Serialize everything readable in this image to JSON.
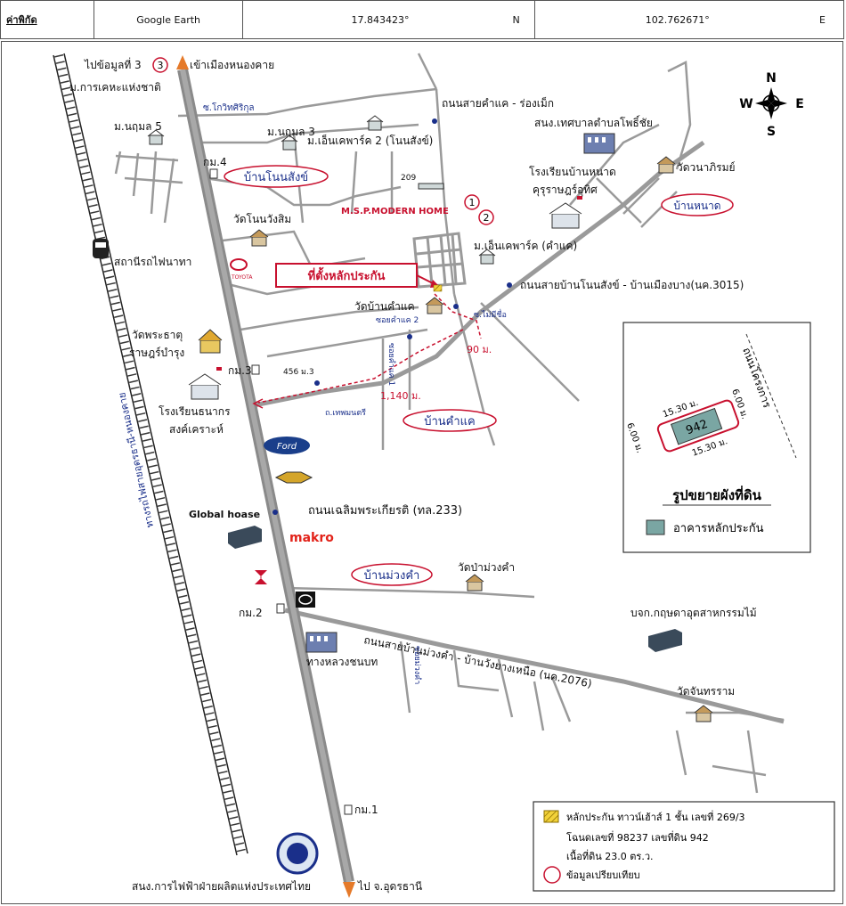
{
  "header": {
    "coord_label": "ค่าพิกัด",
    "source": "Google Earth",
    "lat": "17.843423°",
    "lat_dir": "N",
    "lon": "102.762671°",
    "lon_dir": "E"
  },
  "compass": {
    "n": "N",
    "s": "S",
    "e": "E",
    "w": "W"
  },
  "labels": {
    "to_data3": "ไปข้อมูลที่ 3",
    "num3": "3",
    "to_nongkhai": "เข้าเมืองหนองคาย",
    "univ": "ม.การเคหะแห่งชาติ",
    "soi_kot": "ซ.โกวิทศิริกุล",
    "nudom5": "ม.นฤมล 5",
    "nudom3": "ม.นฤมล 3",
    "km4": "กม.4",
    "ban_nonsang": "บ้านโนนสังข์",
    "road_kham_rong": "ถนนสายคำแค - ร่องเม็ก",
    "mnpark2": "ม.เอ็นเคพาร์ค 2 (โนนสังข์)",
    "sno_tes": "สนง.เทศบาลตำบลโพธิ์ชัย",
    "wat_nonwang": "วัดโนนวังสิม",
    "msp": "M.S.P.MODERN HOME",
    "school_nahad": "โรงเรียนบ้านหนาด",
    "school_nahad2": "คุรุราษฎร์อุทิศ",
    "wat_nabhirom": "วัดวนาภิรมย์",
    "num1": "1",
    "num2": "2",
    "ban_nahad": "บ้านหนาด",
    "station": "สถานีรถไฟนาทา",
    "mnpark": "ม.เอ็นเคพาร์ค (คำแค)",
    "toyota": "TOYOTA",
    "collateral": "ที่ตั้งหลักประกัน",
    "road_3015": "ถนนสายบ้านโนนสังข์ - บ้านเมืองบาง(นค.3015)",
    "wat_khamkhae": "วัดบ้านคำแค",
    "soi_khamkhae2": "ซอยคำแค 2",
    "soi_maimiset": "ซ.ไม่มีชื่อ",
    "wat_phrathat": "วัดพระธาตุ",
    "wat_phrathat2": "ราษฎร์บำรุง",
    "d90": "90 ม.",
    "km3": "กม.3",
    "n456": "456 ม.3",
    "d1140": "1,140 ม.",
    "school_thanakorn": "โรงเรียนธนากร",
    "school_thanakorn2": "สงค์เคราะห์",
    "soi_thephamontri": "ถ.เทพมนตรี",
    "ban_khamkhae": "บ้านคำแค",
    "rail_label": "ทางรถไฟสายอุดรธานี-หนองคาย",
    "soi_khamkhae1": "ซอยคำแค 1",
    "global_house": "Global hoase",
    "road_233": "ถนนเฉลิมพระเกียรติ (ทล.233)",
    "makro": "makro",
    "ban_muangkham": "บ้านม่วงคำ",
    "wat_pamuang": "วัดป่าม่วงคำ",
    "km2": "กม.2",
    "bkj": "บจก.กฤษดาอุตสาหกรรมไม้",
    "road_2076": "ถนนสายบ้านม่วงคำ - บ้านวังยางเหนือ (นค.2076)",
    "rural_road": "ทางหลวงชนบท",
    "soi_muangkham": "ซอยม่วงคำ",
    "wat_chanharam": "วัดจันทรราม",
    "km1": "กม.1",
    "egat": "สนง.การไฟฟ้าฝ่ายผลิตแห่งประเทศไทย",
    "to_udon": "ไป จ.อุดรธานี",
    "ford": "Ford"
  },
  "inset": {
    "road": "ถนนโครงการ",
    "dim_top": "15.30 ม.",
    "dim_bottom": "15.30 ม.",
    "dim_right": "6.00 ม.",
    "dim_left": "6.00 ม.",
    "plot_no": "942",
    "title": "รูปขยายผังที่ดิน",
    "legend_building": "อาคารหลักประกัน"
  },
  "legend": {
    "line1": "หลักประกัน ทาวน์เฮ้าส์ 1 ชั้น เลขที่ 269/3",
    "line2": "โฉนดเลขที่ 98237 เลขที่ดิน 942",
    "line3": "เนื้อที่ดิน 23.0 ตร.ว.",
    "line4": "ข้อมูลเปรียบเทียบ"
  },
  "colors": {
    "highway": "#8a8a8a",
    "label_blue": "#1a2f8a",
    "label_red": "#c8102e",
    "building": "#7aa6a3",
    "hatch": "#f2d23a"
  }
}
